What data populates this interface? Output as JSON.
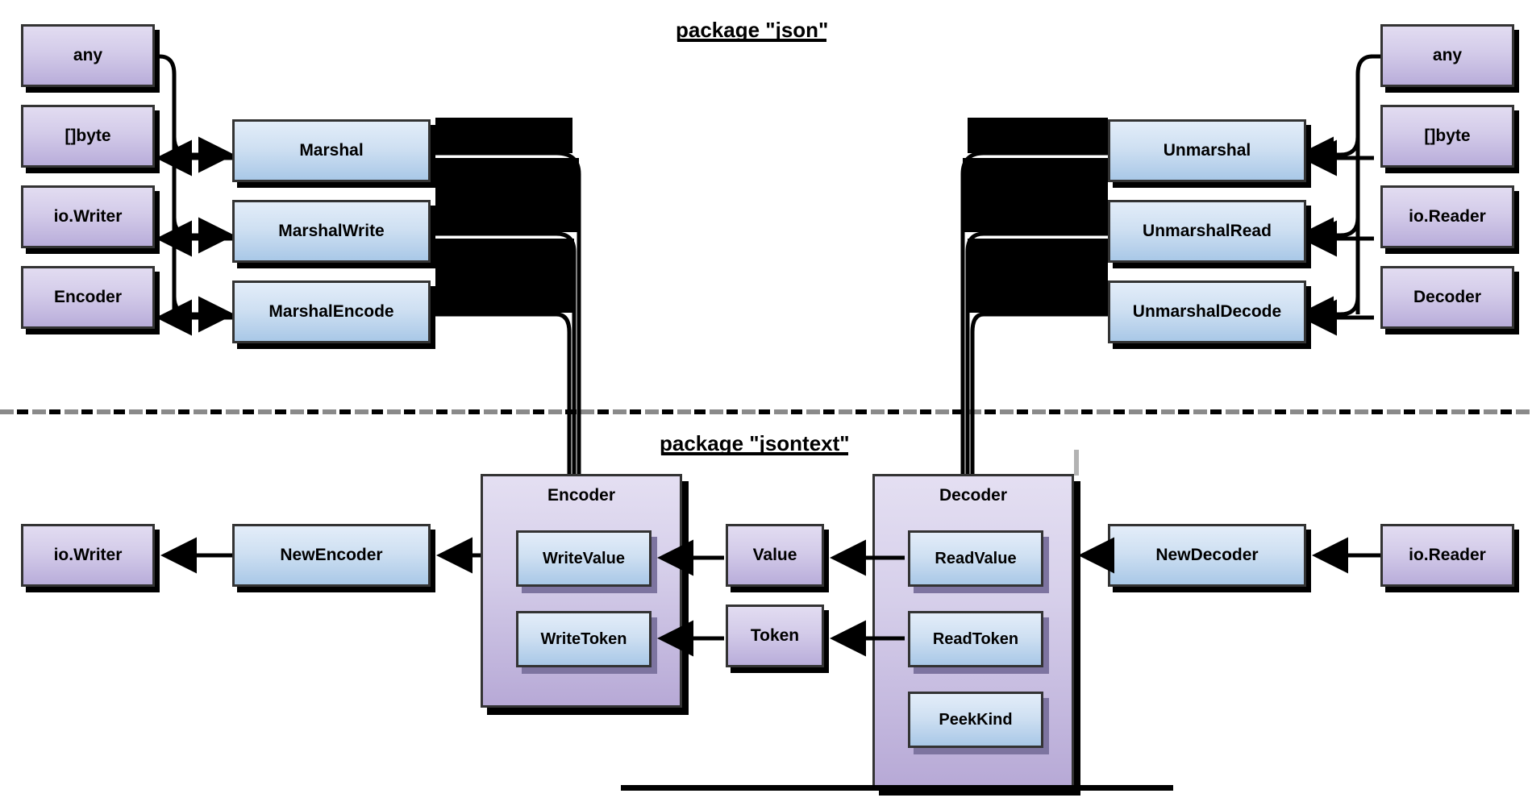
{
  "diagram": {
    "title_top": "package \"json\"",
    "title_bottom": "package \"jsontext\"",
    "colors": {
      "type_box_top": "#e2dcf1",
      "type_box_bottom": "#b9adda",
      "fn_box_top": "#e3edf9",
      "fn_box_bottom": "#a9c8e7",
      "container_fill": "#b7a9d6",
      "border": "#333333",
      "edge": "#000000",
      "divider_gray": "#8a8a8a"
    }
  },
  "json_package": {
    "left_types": [
      {
        "label": "any"
      },
      {
        "label": "[]byte"
      },
      {
        "label": "io.Writer"
      },
      {
        "label": "Encoder"
      }
    ],
    "marshal_functions": [
      {
        "label": "Marshal"
      },
      {
        "label": "MarshalWrite"
      },
      {
        "label": "MarshalEncode"
      }
    ],
    "unmarshal_functions": [
      {
        "label": "Unmarshal"
      },
      {
        "label": "UnmarshalRead"
      },
      {
        "label": "UnmarshalDecode"
      }
    ],
    "right_types": [
      {
        "label": "any"
      },
      {
        "label": "[]byte"
      },
      {
        "label": "io.Reader"
      },
      {
        "label": "Decoder"
      }
    ]
  },
  "jsontext_package": {
    "encoder_side": {
      "sink_type": {
        "label": "io.Writer"
      },
      "constructor": {
        "label": "NewEncoder"
      },
      "container": {
        "title": "Encoder",
        "methods": [
          {
            "label": "WriteValue"
          },
          {
            "label": "WriteToken"
          }
        ]
      }
    },
    "middle_types": [
      {
        "label": "Value"
      },
      {
        "label": "Token"
      }
    ],
    "decoder_side": {
      "container": {
        "title": "Decoder",
        "methods": [
          {
            "label": "ReadValue"
          },
          {
            "label": "ReadToken"
          },
          {
            "label": "PeekKind"
          }
        ]
      },
      "constructor": {
        "label": "NewDecoder"
      },
      "source_type": {
        "label": "io.Reader"
      }
    }
  }
}
